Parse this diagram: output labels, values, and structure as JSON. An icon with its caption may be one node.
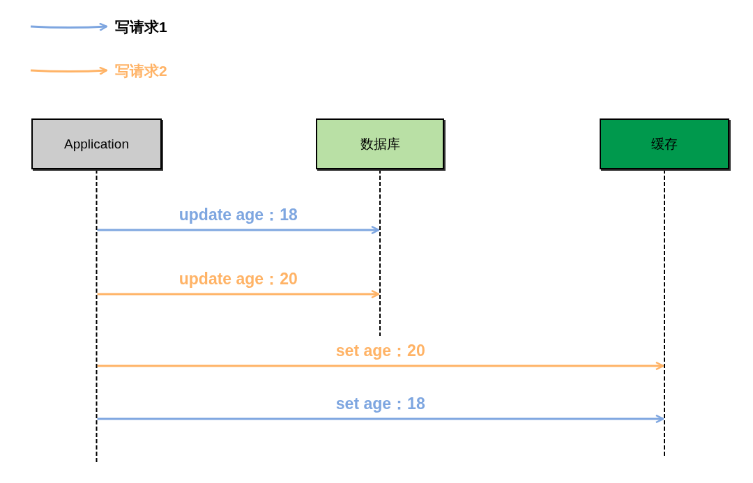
{
  "diagram": {
    "nodes": [
      {
        "text": [
          "Application"
        ]
      },
      {
        "text": [
          "数据库"
        ]
      },
      {
        "text": [
          "缓存"
        ]
      }
    ],
    "edges": [
      {
        "from": 0,
        "to": 1,
        "arrow": "to",
        "label": "update age：18",
        "color": "#7ea6e0"
      },
      {
        "from": 0,
        "to": 1,
        "arrow": "to",
        "label": "update age：20",
        "color": "#ffb366"
      },
      {
        "from": 0,
        "to": 2,
        "arrow": "to",
        "label": "set age：20",
        "color": "#ffb366"
      },
      {
        "from": 0,
        "to": 2,
        "arrow": "to",
        "label": "set age：18",
        "color": "#7ea6e0"
      }
    ],
    "legend": [
      {
        "text": "写请求1"
      },
      {
        "text": "写请求2"
      }
    ]
  }
}
